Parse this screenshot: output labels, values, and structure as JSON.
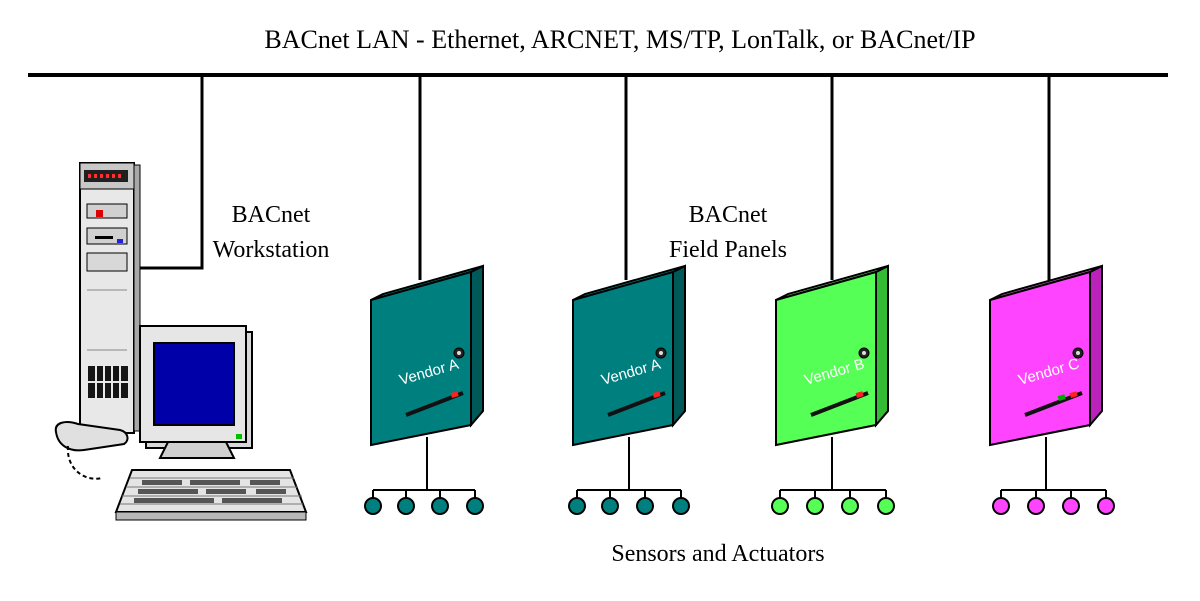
{
  "network": {
    "title": "BACnet LAN - Ethernet, ARCNET, MS/TP, LonTalk, or BACnet/IP"
  },
  "labels": {
    "workstation_line1": "BACnet",
    "workstation_line2": "Workstation",
    "panels_line1": "BACnet",
    "panels_line2": "Field Panels",
    "sensors": "Sensors and Actuators"
  },
  "panels": [
    {
      "vendor": "Vendor A",
      "color": "#007f7f",
      "shade": "#005959",
      "top": "#00a0a0",
      "sensor_color": "#007f7f"
    },
    {
      "vendor": "Vendor A",
      "color": "#007f7f",
      "shade": "#005959",
      "top": "#00a0a0",
      "sensor_color": "#007f7f"
    },
    {
      "vendor": "Vendor B",
      "color": "#55ff55",
      "shade": "#33bb33",
      "top": "#88ff88",
      "sensor_color": "#55ff55"
    },
    {
      "vendor": "Vendor C",
      "color": "#ff44ff",
      "shade": "#bb22bb",
      "top": "#ff88ff",
      "sensor_color": "#ff44ff"
    }
  ],
  "icons": {
    "workstation": "computer-workstation-icon",
    "panel": "field-panel-icon",
    "sensor": "sensor-node-icon"
  }
}
